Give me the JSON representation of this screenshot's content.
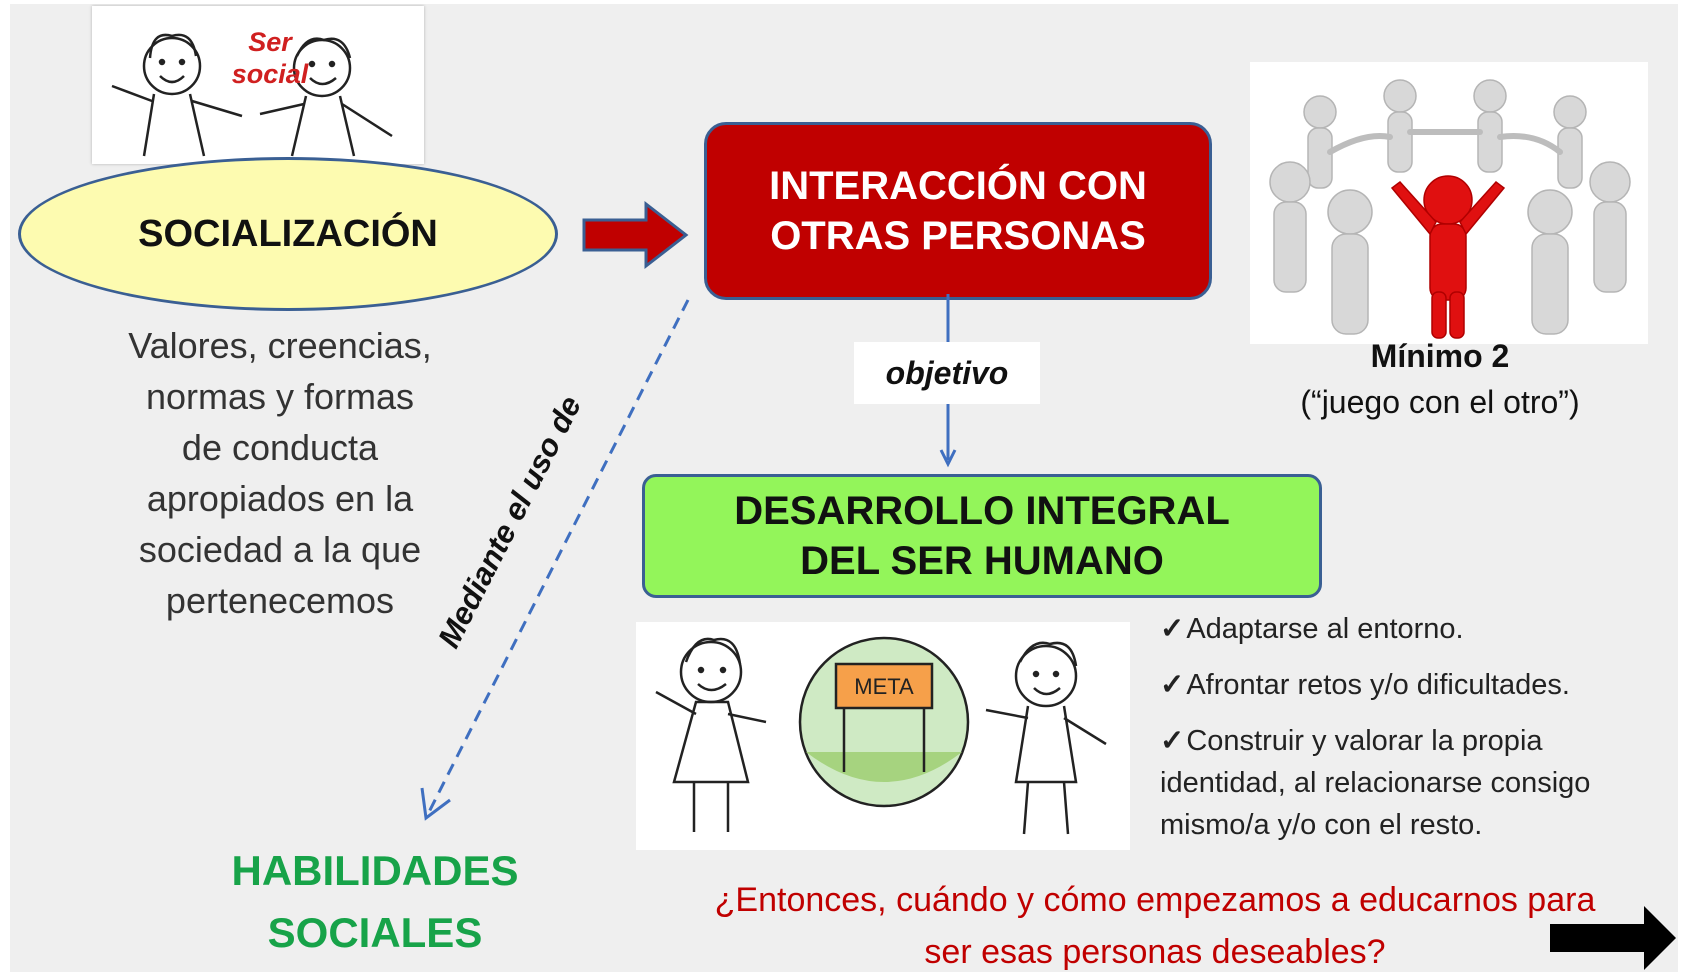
{
  "colors": {
    "background": "#efefef",
    "socializacion_fill": "#fdfbb0",
    "interaccion_fill": "#c00000",
    "desarrollo_fill": "#93f55a",
    "border_blue": "#3a5f93",
    "habilidades_green": "#17a349",
    "question_red": "#c00000",
    "dashed_arrow": "#3f6fc0"
  },
  "ser_social": {
    "line1": "Ser",
    "line2": "social"
  },
  "socializacion": {
    "label": "SOCIALIZACIÓN"
  },
  "valores": {
    "lines": [
      "Valores, creencias,",
      "normas y formas",
      "de conducta",
      "apropiados en la",
      "sociedad a la que",
      "pertenecemos"
    ]
  },
  "interaccion": {
    "line1": "INTERACCIÓN CON",
    "line2": "OTRAS PERSONAS"
  },
  "objetivo": {
    "label": "objetivo"
  },
  "desarrollo": {
    "line1": "DESARROLLO INTEGRAL",
    "line2": "DEL SER HUMANO"
  },
  "minimo": {
    "title": "Mínimo 2",
    "subtitle": "(“juego con el otro”)"
  },
  "mediante": {
    "label": "Mediante el uso de"
  },
  "habilidades": {
    "line1": "HABILIDADES",
    "line2": "SOCIALES"
  },
  "meta_sign": {
    "label": "META"
  },
  "benefits": {
    "check": "✓",
    "items": [
      "Adaptarse al entorno.",
      "Afrontar retos y/o dificultades.",
      "Construir y valorar la propia identidad, al relacionarse consigo mismo/a y/o con el resto."
    ]
  },
  "question": {
    "line1": "¿Entonces, cuándo y cómo empezamos a educarnos para",
    "line2": "ser esas personas deseables?"
  },
  "icons": {
    "red_arrow": "arrow-right-icon",
    "next_arrow": "arrow-right-icon",
    "people_circle": "people-circle-icon",
    "kids": "kids-drawing-icon"
  }
}
